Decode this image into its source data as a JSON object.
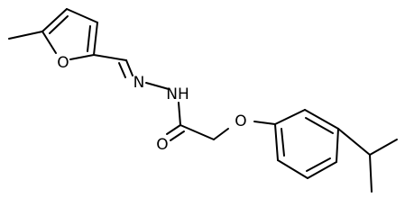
{
  "molecule": {
    "atoms": [
      {
        "id": "O1",
        "symbol": "O"
      },
      {
        "id": "N1",
        "symbol": "N"
      },
      {
        "id": "N2",
        "symbol": "NH"
      },
      {
        "id": "O2",
        "symbol": "O"
      },
      {
        "id": "O3",
        "symbol": "O"
      }
    ]
  },
  "colors": {
    "bond": "#000000",
    "label": "#000000",
    "background": "#ffffff"
  }
}
